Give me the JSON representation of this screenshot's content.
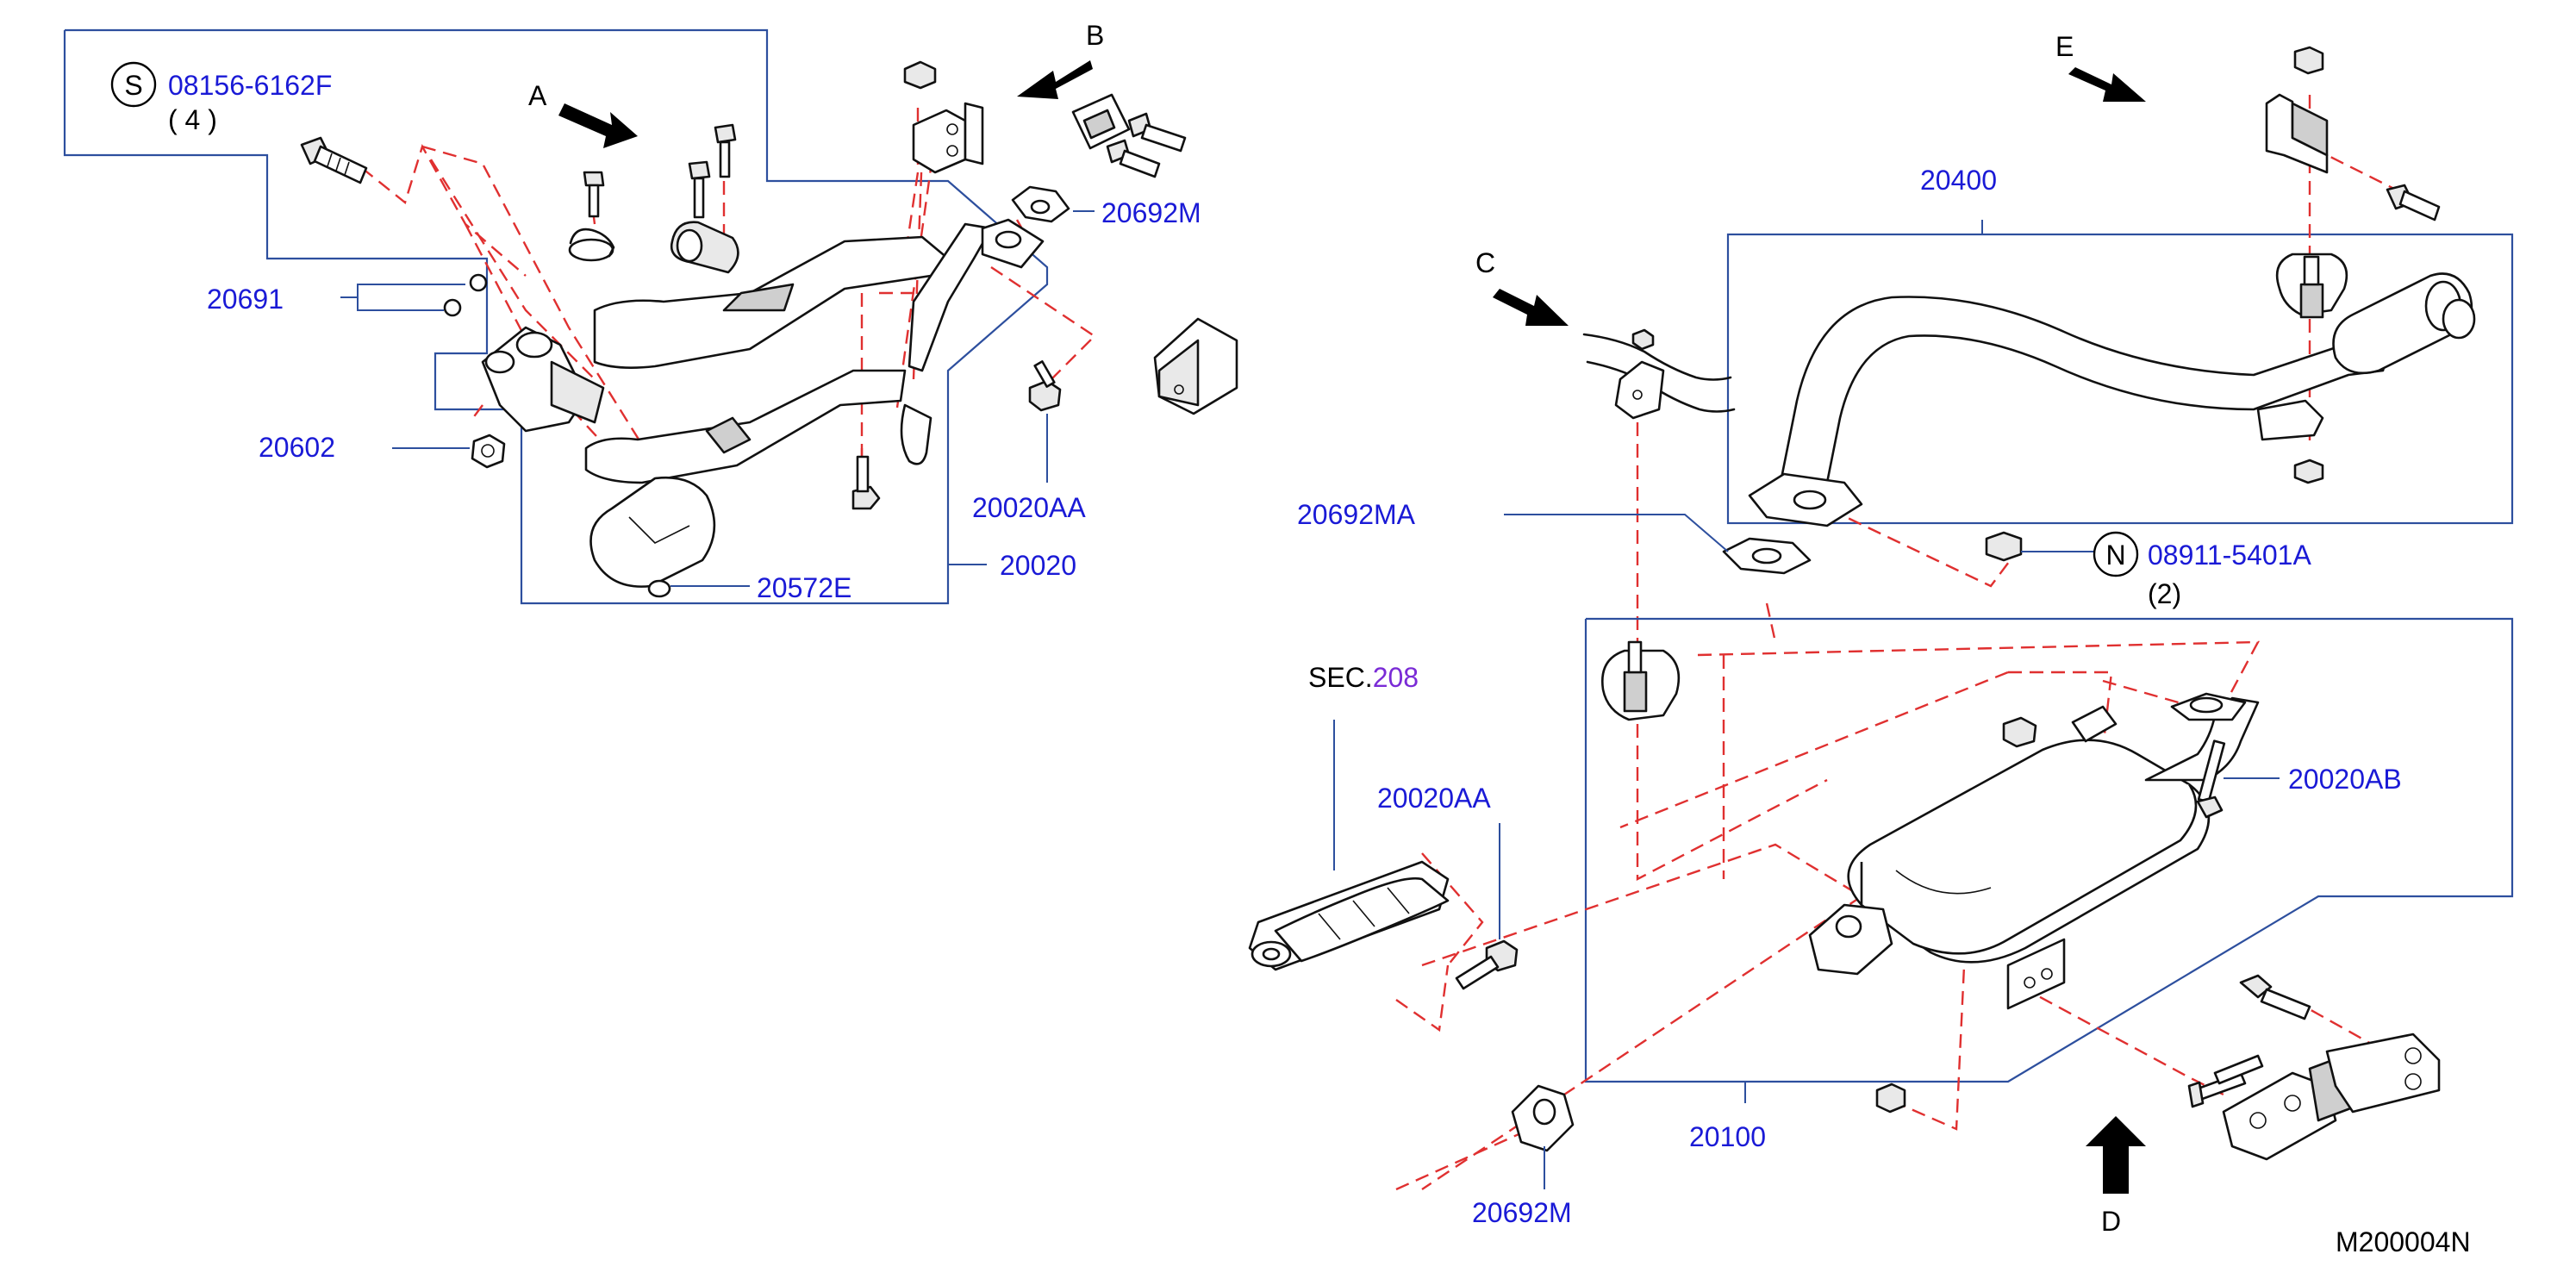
{
  "callouts": {
    "s_symbol": "S",
    "s_part": "08156-6162F",
    "s_qty": "( 4   )",
    "n_symbol": "N",
    "n_part": "08911-5401A",
    "n_qty": "(2)"
  },
  "views": {
    "a": "A",
    "b": "B",
    "c": "C",
    "d": "D",
    "e": "E"
  },
  "parts": {
    "p20691": "20691",
    "p20602": "20602",
    "p20692m_top": "20692M",
    "p20020aa_top": "20020AA",
    "p20020": "20020",
    "p20572e": "20572E",
    "p20400": "20400",
    "p20692ma": "20692MA",
    "p20020aa_mid": "20020AA",
    "p20020ab": "20020AB",
    "p20100": "20100",
    "p20692m_bottom": "20692M"
  },
  "section_ref": {
    "prefix": "SEC.",
    "number": "208"
  },
  "drawing_id": "M200004N",
  "colors": {
    "label_blue": "#1a1ad6",
    "frame_blue": "#2d4f9e",
    "dashed_red": "#e03030",
    "section_purple": "#7a2bd6"
  }
}
